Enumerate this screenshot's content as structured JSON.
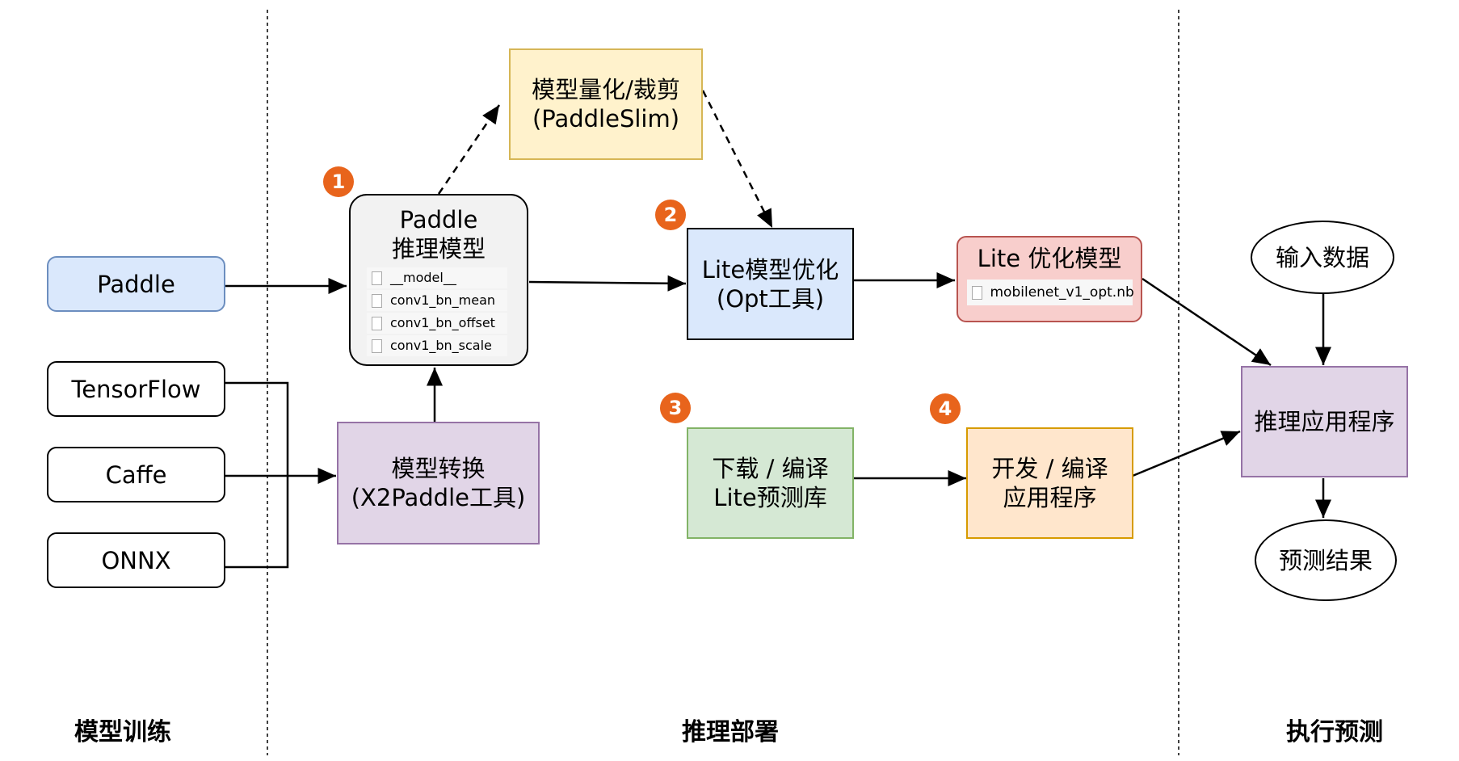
{
  "sections": {
    "training": "模型训练",
    "deploy": "推理部署",
    "predict": "执行预测"
  },
  "sources": {
    "paddle": "Paddle",
    "tensorflow": "TensorFlow",
    "caffe": "Caffe",
    "onnx": "ONNX"
  },
  "x2paddle": {
    "line1": "模型转换",
    "line2": "(X2Paddle工具)"
  },
  "paddle_model": {
    "line1": "Paddle",
    "line2": "推理模型",
    "files": [
      "__model__",
      "conv1_bn_mean",
      "conv1_bn_offset",
      "conv1_bn_scale"
    ]
  },
  "slim": {
    "line1": "模型量化/裁剪",
    "line2": "(PaddleSlim)"
  },
  "opt": {
    "line1": "Lite模型优化",
    "line2": "(Opt工具)"
  },
  "opt_model": {
    "line1": "Lite 优化模型",
    "file": "mobilenet_v1_opt.nb"
  },
  "download": {
    "line1": "下载 / 编译",
    "line2": "Lite预测库"
  },
  "develop": {
    "line1": "开发 / 编译",
    "line2": "应用程序"
  },
  "input": "输入数据",
  "app": "推理应用程序",
  "result": "预测结果",
  "badges": [
    "1",
    "2",
    "3",
    "4"
  ],
  "colors": {
    "paddle_fill": "#dae8fc",
    "paddle_border": "#6c8ebf",
    "model_fill": "#f5f5f5",
    "model_border": "#000000",
    "x2paddle_fill": "#e1d5e7",
    "x2paddle_border": "#9673a6",
    "slim_fill": "#fff2cc",
    "slim_border": "#d6b656",
    "opt_fill": "#dae8fc",
    "opt_border": "#000000",
    "opt_model_fill": "#f8cecc",
    "opt_model_border": "#b85450",
    "download_fill": "#d5e8d4",
    "download_border": "#82b366",
    "develop_fill": "#ffe6cc",
    "develop_border": "#d79b00",
    "app_fill": "#e1d5e7",
    "app_border": "#9673a6",
    "badge": "#e8641c"
  }
}
